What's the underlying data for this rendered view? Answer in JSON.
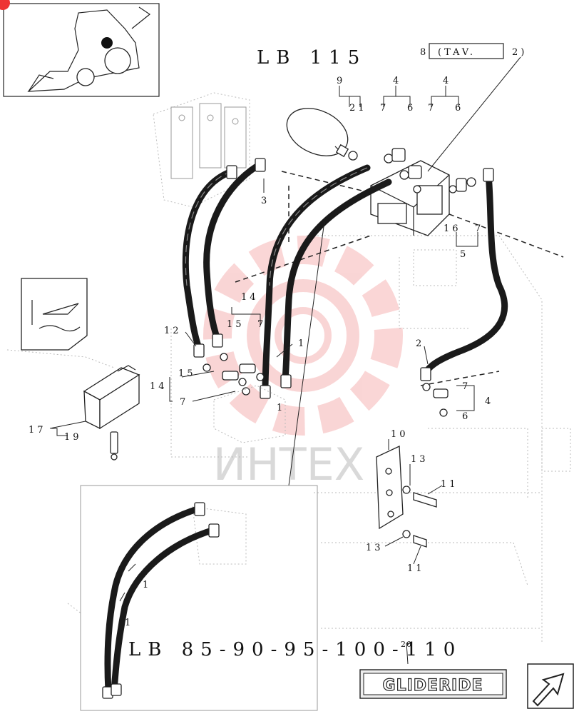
{
  "header": {
    "model_title": "LB  115",
    "ref_prefix": "8",
    "ref_box": "(TAV.",
    "ref_suffix": "2)"
  },
  "footer": {
    "models_line": "LB  85-90-95-100-110",
    "mini_num": "20",
    "brand": "GLIDERIDE"
  },
  "watermark": {
    "text": "ИНТЕХ",
    "color": "#f4a6a6"
  },
  "callouts": [
    {
      "id": "c9",
      "text": "9"
    },
    {
      "id": "c21",
      "text": "21"
    },
    {
      "id": "c4a",
      "text": "4"
    },
    {
      "id": "c7a",
      "text": "7"
    },
    {
      "id": "c6a",
      "text": "6"
    },
    {
      "id": "c4b",
      "text": "4"
    },
    {
      "id": "c7b",
      "text": "7"
    },
    {
      "id": "c6b",
      "text": "6"
    },
    {
      "id": "c3",
      "text": "3"
    },
    {
      "id": "c16",
      "text": "16"
    },
    {
      "id": "c7c",
      "text": "7"
    },
    {
      "id": "c5",
      "text": "5"
    },
    {
      "id": "c14a",
      "text": "14"
    },
    {
      "id": "c15a",
      "text": "15"
    },
    {
      "id": "c7d",
      "text": "7"
    },
    {
      "id": "c12",
      "text": "12"
    },
    {
      "id": "c1a",
      "text": "1"
    },
    {
      "id": "c15b",
      "text": "15"
    },
    {
      "id": "c14b",
      "text": "14"
    },
    {
      "id": "c7e",
      "text": "7"
    },
    {
      "id": "c1b",
      "text": "1"
    },
    {
      "id": "c2",
      "text": "2"
    },
    {
      "id": "c7f",
      "text": "7"
    },
    {
      "id": "c4c",
      "text": "4"
    },
    {
      "id": "c6c",
      "text": "6"
    },
    {
      "id": "c17",
      "text": "17"
    },
    {
      "id": "c19",
      "text": "19"
    },
    {
      "id": "c10",
      "text": "10"
    },
    {
      "id": "c13a",
      "text": "13"
    },
    {
      "id": "c11a",
      "text": "11"
    },
    {
      "id": "c13b",
      "text": "13"
    },
    {
      "id": "c11b",
      "text": "11"
    },
    {
      "id": "c1c",
      "text": "1"
    },
    {
      "id": "c1d",
      "text": "1"
    }
  ],
  "icons": {
    "nav": "next-page-arrow-icon",
    "thumbnail": "backhoe-loader-icon",
    "switch_symbol": "ride-control-symbol-icon"
  }
}
